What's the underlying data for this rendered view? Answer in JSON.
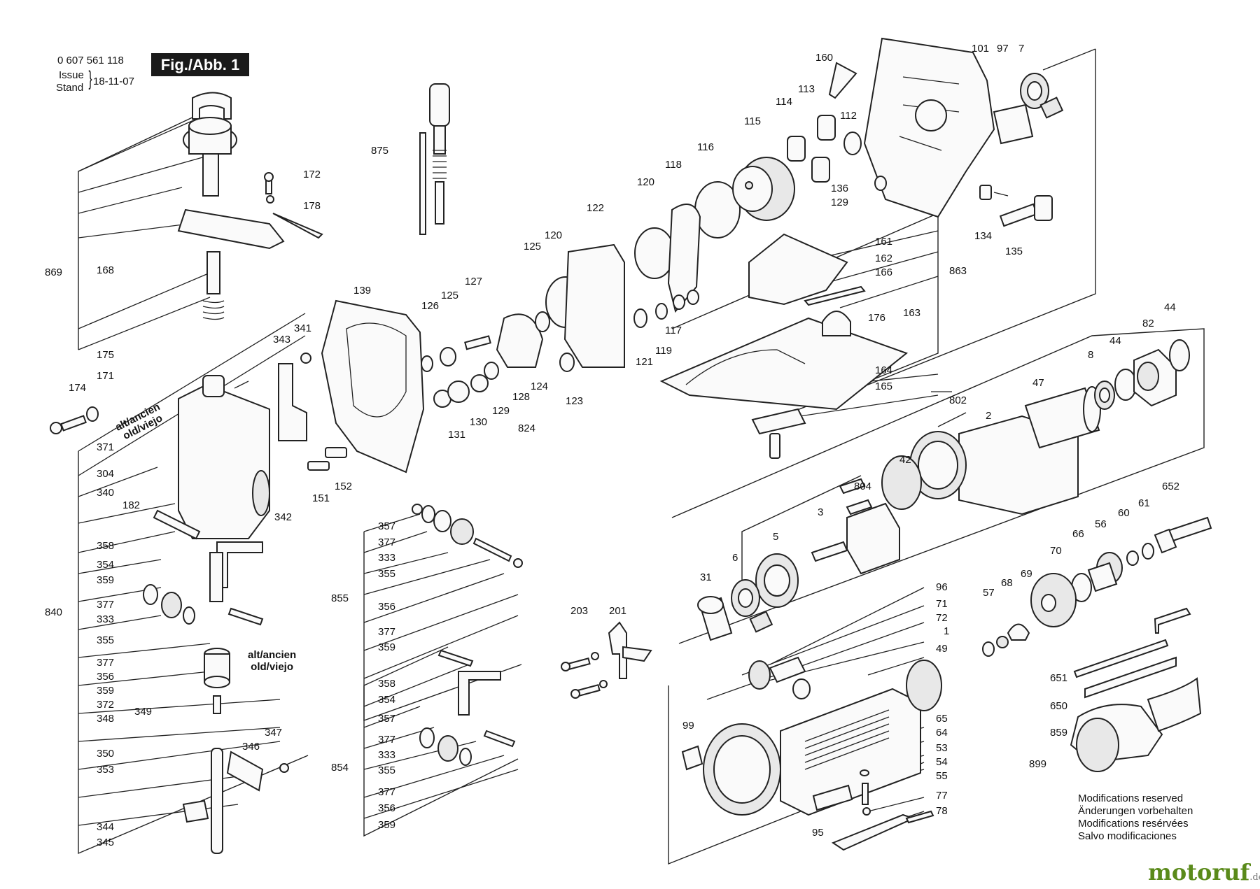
{
  "header": {
    "part_number": "0 607 561 118",
    "issue_label": "Issue",
    "stand_label": "Stand",
    "date": "18-11-07",
    "figure_label": "Fig./Abb. 1"
  },
  "alt_notes": [
    {
      "line1": "alt/ancien",
      "line2": "old/viejo"
    },
    {
      "line1": "alt/ancien",
      "line2": "old/viejo"
    }
  ],
  "modifications": [
    "Modifications reserved",
    "Änderungen vorbehalten",
    "Modifications resérvées",
    "Salvo modificaciones"
  ],
  "watermark": {
    "main": "motoruf",
    "tld": ".de"
  },
  "part_labels": [
    {
      "id": "l160",
      "text": "160"
    },
    {
      "id": "l101",
      "text": "101"
    },
    {
      "id": "l97",
      "text": "97"
    },
    {
      "id": "l7",
      "text": "7"
    },
    {
      "id": "l113",
      "text": "113"
    },
    {
      "id": "l114",
      "text": "114"
    },
    {
      "id": "l115",
      "text": "115"
    },
    {
      "id": "l112",
      "text": "112"
    },
    {
      "id": "l116",
      "text": "116"
    },
    {
      "id": "l118",
      "text": "118"
    },
    {
      "id": "l120a",
      "text": "120"
    },
    {
      "id": "l136",
      "text": "136"
    },
    {
      "id": "l129",
      "text": "129"
    },
    {
      "id": "l134",
      "text": "134"
    },
    {
      "id": "l135",
      "text": "135"
    },
    {
      "id": "l122",
      "text": "122"
    },
    {
      "id": "l120b",
      "text": "120"
    },
    {
      "id": "l125a",
      "text": "125"
    },
    {
      "id": "l161",
      "text": "161"
    },
    {
      "id": "l162",
      "text": "162"
    },
    {
      "id": "l166",
      "text": "166"
    },
    {
      "id": "l863",
      "text": "863"
    },
    {
      "id": "l127",
      "text": "127"
    },
    {
      "id": "l126",
      "text": "126"
    },
    {
      "id": "l125b",
      "text": "125"
    },
    {
      "id": "l117",
      "text": "117"
    },
    {
      "id": "l121",
      "text": "121"
    },
    {
      "id": "l119",
      "text": "119"
    },
    {
      "id": "l176",
      "text": "176"
    },
    {
      "id": "l163",
      "text": "163"
    },
    {
      "id": "l164",
      "text": "164"
    },
    {
      "id": "l165",
      "text": "165"
    },
    {
      "id": "l128",
      "text": "128"
    },
    {
      "id": "l124",
      "text": "124"
    },
    {
      "id": "l123",
      "text": "123"
    },
    {
      "id": "l824",
      "text": "824"
    },
    {
      "id": "l131",
      "text": "131"
    },
    {
      "id": "l130",
      "text": "130"
    },
    {
      "id": "l129b",
      "text": "129"
    },
    {
      "id": "l139",
      "text": "139"
    },
    {
      "id": "l875",
      "text": "875"
    },
    {
      "id": "l172",
      "text": "172"
    },
    {
      "id": "l178",
      "text": "178"
    },
    {
      "id": "l869",
      "text": "869"
    },
    {
      "id": "l168",
      "text": "168"
    },
    {
      "id": "l175",
      "text": "175"
    },
    {
      "id": "l171",
      "text": "171"
    },
    {
      "id": "l174",
      "text": "174"
    },
    {
      "id": "l343",
      "text": "343"
    },
    {
      "id": "l341",
      "text": "341"
    },
    {
      "id": "l371",
      "text": "371"
    },
    {
      "id": "l304",
      "text": "304"
    },
    {
      "id": "l340",
      "text": "340"
    },
    {
      "id": "l182",
      "text": "182"
    },
    {
      "id": "l342",
      "text": "342"
    },
    {
      "id": "l151",
      "text": "151"
    },
    {
      "id": "l152",
      "text": "152"
    },
    {
      "id": "l358a",
      "text": "358"
    },
    {
      "id": "l354a",
      "text": "354"
    },
    {
      "id": "l359a",
      "text": "359"
    },
    {
      "id": "l840",
      "text": "840"
    },
    {
      "id": "l377a",
      "text": "377"
    },
    {
      "id": "l333a",
      "text": "333"
    },
    {
      "id": "l355a",
      "text": "355"
    },
    {
      "id": "l377b",
      "text": "377"
    },
    {
      "id": "l356a",
      "text": "356"
    },
    {
      "id": "l359b",
      "text": "359"
    },
    {
      "id": "l372",
      "text": "372"
    },
    {
      "id": "l348",
      "text": "348"
    },
    {
      "id": "l349",
      "text": "349"
    },
    {
      "id": "l350",
      "text": "350"
    },
    {
      "id": "l353",
      "text": "353"
    },
    {
      "id": "l347",
      "text": "347"
    },
    {
      "id": "l346",
      "text": "346"
    },
    {
      "id": "l344",
      "text": "344"
    },
    {
      "id": "l345",
      "text": "345"
    },
    {
      "id": "l357a",
      "text": "357"
    },
    {
      "id": "l377c",
      "text": "377"
    },
    {
      "id": "l333b",
      "text": "333"
    },
    {
      "id": "l355b",
      "text": "355"
    },
    {
      "id": "l855",
      "text": "855"
    },
    {
      "id": "l356b",
      "text": "356"
    },
    {
      "id": "l377d",
      "text": "377"
    },
    {
      "id": "l359c",
      "text": "359"
    },
    {
      "id": "l358b",
      "text": "358"
    },
    {
      "id": "l354b",
      "text": "354"
    },
    {
      "id": "l357b",
      "text": "357"
    },
    {
      "id": "l377e",
      "text": "377"
    },
    {
      "id": "l333c",
      "text": "333"
    },
    {
      "id": "l854",
      "text": "854"
    },
    {
      "id": "l355c",
      "text": "355"
    },
    {
      "id": "l377f",
      "text": "377"
    },
    {
      "id": "l356c",
      "text": "356"
    },
    {
      "id": "l359d",
      "text": "359"
    },
    {
      "id": "l203",
      "text": "203"
    },
    {
      "id": "l201",
      "text": "201"
    },
    {
      "id": "l44a",
      "text": "44"
    },
    {
      "id": "l82",
      "text": "82"
    },
    {
      "id": "l44b",
      "text": "44"
    },
    {
      "id": "l8",
      "text": "8"
    },
    {
      "id": "l47",
      "text": "47"
    },
    {
      "id": "l802",
      "text": "802"
    },
    {
      "id": "l2",
      "text": "2"
    },
    {
      "id": "l42",
      "text": "42"
    },
    {
      "id": "l804",
      "text": "804"
    },
    {
      "id": "l3",
      "text": "3"
    },
    {
      "id": "l5",
      "text": "5"
    },
    {
      "id": "l6",
      "text": "6"
    },
    {
      "id": "l31",
      "text": "31"
    },
    {
      "id": "l652",
      "text": "652"
    },
    {
      "id": "l60",
      "text": "60"
    },
    {
      "id": "l61",
      "text": "61"
    },
    {
      "id": "l56",
      "text": "56"
    },
    {
      "id": "l66",
      "text": "66"
    },
    {
      "id": "l70",
      "text": "70"
    },
    {
      "id": "l57",
      "text": "57"
    },
    {
      "id": "l68",
      "text": "68"
    },
    {
      "id": "l69",
      "text": "69"
    },
    {
      "id": "l96",
      "text": "96"
    },
    {
      "id": "l71",
      "text": "71"
    },
    {
      "id": "l72",
      "text": "72"
    },
    {
      "id": "l1",
      "text": "1"
    },
    {
      "id": "l49",
      "text": "49"
    },
    {
      "id": "l651",
      "text": "651"
    },
    {
      "id": "l650",
      "text": "650"
    },
    {
      "id": "l859",
      "text": "859"
    },
    {
      "id": "l899",
      "text": "899"
    },
    {
      "id": "l99",
      "text": "99"
    },
    {
      "id": "l65",
      "text": "65"
    },
    {
      "id": "l64",
      "text": "64"
    },
    {
      "id": "l53",
      "text": "53"
    },
    {
      "id": "l54",
      "text": "54"
    },
    {
      "id": "l55",
      "text": "55"
    },
    {
      "id": "l77",
      "text": "77"
    },
    {
      "id": "l78",
      "text": "78"
    },
    {
      "id": "l95",
      "text": "95"
    }
  ]
}
